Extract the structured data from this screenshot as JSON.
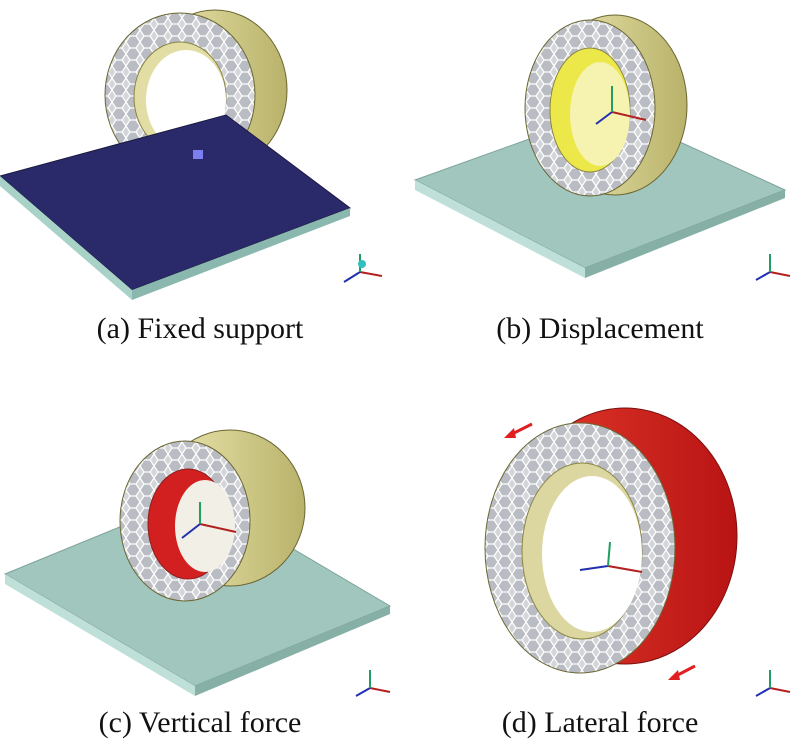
{
  "captions": {
    "a": "(a) Fixed support",
    "b": "(b) Displacement",
    "c": "(c) Vertical force",
    "d": "(d) Lateral force"
  },
  "colors": {
    "tire_tread": "#e0dc9a",
    "tire_inner": "#c9c48a",
    "cells": "#c6c8cc",
    "plate": "#9fc4bc",
    "plate_selected": "#2a2a6a",
    "highlight_displacement": "#ece84a",
    "highlight_force": "#d21f1f"
  },
  "icons": [
    "triad-axis-icon",
    "ring-tire-model-icon",
    "ground-plate-icon",
    "force-arrow-icon"
  ]
}
